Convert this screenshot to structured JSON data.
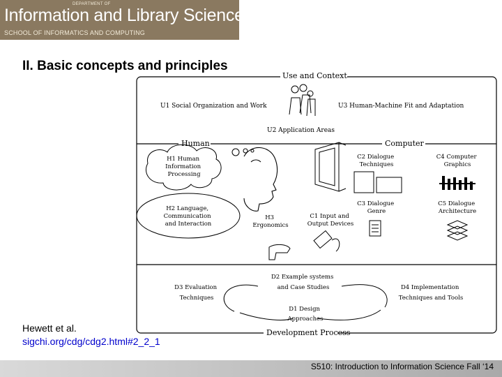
{
  "header": {
    "department": "DEPARTMENT OF",
    "title": "Information and Library Science",
    "school": "SCHOOL OF INFORMATICS AND COMPUTING"
  },
  "slide": {
    "title": "II.  Basic concepts and principles"
  },
  "diagram": {
    "use_and_context": "Use and Context",
    "u1": "U1 Social Organization and Work",
    "u3": "U3 Human-Machine Fit and Adaptation",
    "u2": "U2 Application Areas",
    "human": "Human",
    "computer": "Computer",
    "h1": [
      "H1 Human",
      "Information",
      "Processing"
    ],
    "h2": [
      "H2 Language,",
      "Communication",
      "and Interaction"
    ],
    "h3": [
      "H3",
      "Ergonomics"
    ],
    "c1": [
      "C1 Input and",
      "Output Devices"
    ],
    "c2": [
      "C2 Dialogue",
      "Techniques"
    ],
    "c3": [
      "C3 Dialogue",
      "Genre"
    ],
    "c4": [
      "C4 Computer",
      "Graphics"
    ],
    "c5": [
      "C5 Dialogue",
      "Architecture"
    ],
    "d2": [
      "D2 Example systems",
      "and Case Studies"
    ],
    "d3": [
      "D3 Evaluation",
      "Techniques"
    ],
    "d1": [
      "D1 Design",
      "Approaches"
    ],
    "d4": [
      "D4 Implementation",
      "Techniques and Tools"
    ],
    "development_process": "Development Process"
  },
  "citation": {
    "author": "Hewett et al.",
    "url": "sigchi.org/cdg/cdg2.html#2_2_1"
  },
  "footer": {
    "course": "S510: Introduction to Information Science Fall ‘14"
  }
}
